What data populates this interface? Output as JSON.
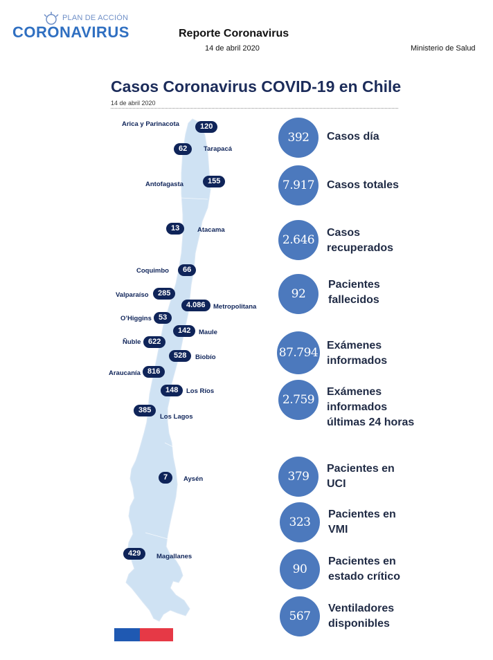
{
  "header": {
    "logo_plan": "PLAN DE ACCIÓN",
    "logo_name": "CORONAVIRUS",
    "report_title": "Reporte Coronavirus",
    "report_date": "14 de abril 2020",
    "ministry": "Ministerio de Salud"
  },
  "main": {
    "title": "Casos Coronavirus COVID-19 en Chile",
    "date": "14 de abril 2020"
  },
  "regions": [
    {
      "name": "Arica y Parinacota",
      "value": "120"
    },
    {
      "name": "Tarapacá",
      "value": "62"
    },
    {
      "name": "Antofagasta",
      "value": "155"
    },
    {
      "name": "Atacama",
      "value": "13"
    },
    {
      "name": "Coquimbo",
      "value": "66"
    },
    {
      "name": "Valparaíso",
      "value": "285"
    },
    {
      "name": "Metropolitana",
      "value": "4.086"
    },
    {
      "name": "O’Higgins",
      "value": "53"
    },
    {
      "name": "Maule",
      "value": "142"
    },
    {
      "name": "Ñuble",
      "value": "622"
    },
    {
      "name": "Biobío",
      "value": "528"
    },
    {
      "name": "Araucanía",
      "value": "816"
    },
    {
      "name": "Los Ríos",
      "value": "148"
    },
    {
      "name": "Los Lagos",
      "value": "385"
    },
    {
      "name": "Aysén",
      "value": "7"
    },
    {
      "name": "Magallanes",
      "value": "429"
    }
  ],
  "stats": [
    {
      "value": "392",
      "label_1": "Casos día",
      "label_2": ""
    },
    {
      "value": "7.917",
      "label_1": "Casos totales",
      "label_2": ""
    },
    {
      "value": "2.646",
      "label_1": "Casos",
      "label_2": "recuperados"
    },
    {
      "value": "92",
      "label_1": "Pacientes",
      "label_2": "fallecidos"
    },
    {
      "value": "87.794",
      "label_1": "Exámenes",
      "label_2": "informados"
    },
    {
      "value": "2.759",
      "label_1": "Exámenes",
      "label_2": "informados",
      "label_3": "últimas 24 horas"
    },
    {
      "value": "379",
      "label_1": "Pacientes en",
      "label_2": "UCI"
    },
    {
      "value": "323",
      "label_1": "Pacientes en",
      "label_2": "VMI"
    },
    {
      "value": "90",
      "label_1": "Pacientes en",
      "label_2": "estado crítico"
    },
    {
      "value": "567",
      "label_1": "Ventiladores",
      "label_2": "disponibles"
    }
  ],
  "colors": {
    "navy_pill": "#0f2459",
    "stat_circle": "#4c79bd",
    "map_fill": "#cfe2f3",
    "flag_blue": "#1f59b2",
    "flag_red": "#e63946"
  }
}
